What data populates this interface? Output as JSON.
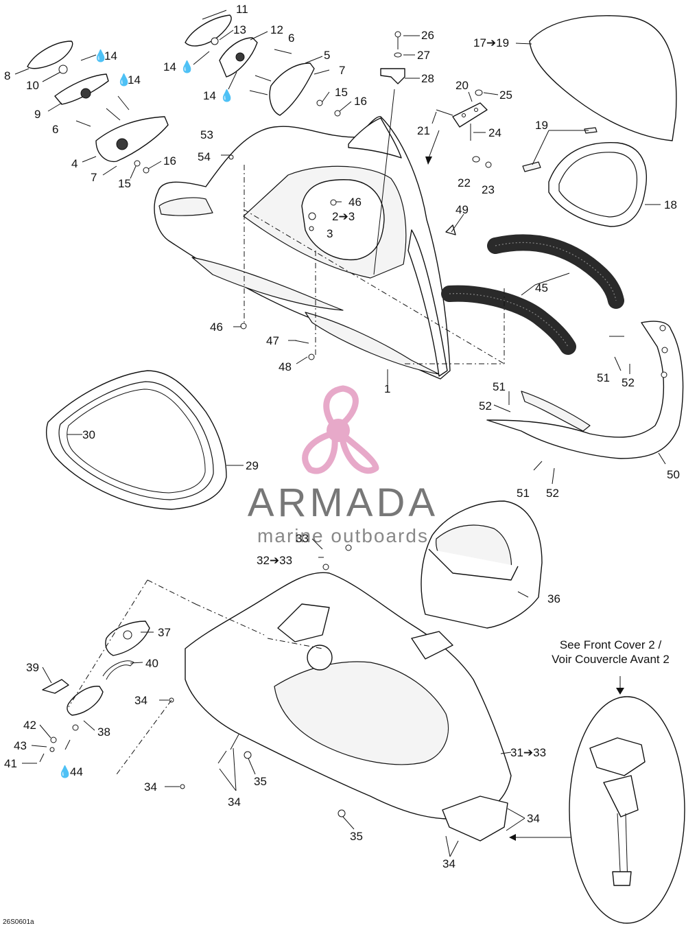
{
  "watermark": {
    "brand": "ARMADA",
    "tagline": "marine outboards",
    "colors": {
      "logo": "#e7a9c9",
      "text": "#777777"
    }
  },
  "drawing_code": "26S0601a",
  "note": {
    "line1": "See Front Cover 2 /",
    "line2": "Voir Couvercle Avant 2"
  },
  "labels": {
    "l1": "1",
    "l2to3": "2➔3",
    "l3": "3",
    "l4": "4",
    "l5": "5",
    "l6a": "6",
    "l6b": "6",
    "l7a": "7",
    "l7b": "7",
    "l8": "8",
    "l9": "9",
    "l10": "10",
    "l11": "11",
    "l12": "12",
    "l13": "13",
    "l14a": "14",
    "l14b": "14",
    "l14c": "14",
    "l14d": "14",
    "l15a": "15",
    "l15b": "15",
    "l16a": "16",
    "l16b": "16",
    "l17to19": "17➔19",
    "l18": "18",
    "l19": "19",
    "l20": "20",
    "l21": "21",
    "l22": "22",
    "l23": "23",
    "l24": "24",
    "l25": "25",
    "l26": "26",
    "l27": "27",
    "l28": "28",
    "l29": "29",
    "l30": "30",
    "l31to33": "31➔33",
    "l32to33": "32➔33",
    "l33": "33",
    "l34a": "34",
    "l34b": "34",
    "l34c": "34",
    "l34d": "34",
    "l34e": "34",
    "l35a": "35",
    "l35b": "35",
    "l36": "36",
    "l37": "37",
    "l38": "38",
    "l39": "39",
    "l40": "40",
    "l41": "41",
    "l42": "42",
    "l43": "43",
    "l44": "44",
    "l45": "45",
    "l46a": "46",
    "l46b": "46",
    "l47": "47",
    "l48": "48",
    "l49": "49",
    "l50": "50",
    "l51a": "51",
    "l51b": "51",
    "l51c": "51",
    "l52a": "52",
    "l52b": "52",
    "l52c": "52",
    "l53": "53",
    "l54": "54"
  }
}
